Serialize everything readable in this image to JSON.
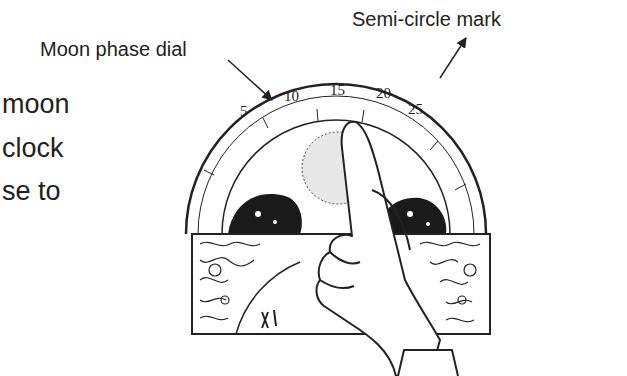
{
  "diagram": {
    "labels": [
      "Moon phase dial",
      "Semi-circle mark",
      "moon",
      "clock",
      "se to",
      "5",
      "10",
      "15",
      "20",
      "25"
    ]
  }
}
